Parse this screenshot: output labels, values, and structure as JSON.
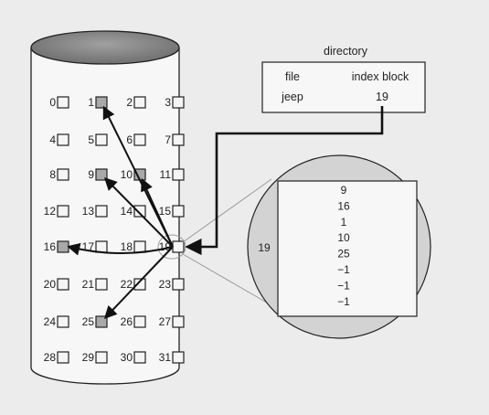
{
  "disk": {
    "blocks": [
      {
        "num": "0",
        "used": false
      },
      {
        "num": "1",
        "used": true
      },
      {
        "num": "2",
        "used": false
      },
      {
        "num": "3",
        "used": false
      },
      {
        "num": "4",
        "used": false
      },
      {
        "num": "5",
        "used": false
      },
      {
        "num": "6",
        "used": false
      },
      {
        "num": "7",
        "used": false
      },
      {
        "num": "8",
        "used": false
      },
      {
        "num": "9",
        "used": true
      },
      {
        "num": "10",
        "used": true
      },
      {
        "num": "11",
        "used": false
      },
      {
        "num": "12",
        "used": false
      },
      {
        "num": "13",
        "used": false
      },
      {
        "num": "14",
        "used": false
      },
      {
        "num": "15",
        "used": false
      },
      {
        "num": "16",
        "used": true
      },
      {
        "num": "17",
        "used": false
      },
      {
        "num": "18",
        "used": false
      },
      {
        "num": "19",
        "used": false
      },
      {
        "num": "20",
        "used": false
      },
      {
        "num": "21",
        "used": false
      },
      {
        "num": "22",
        "used": false
      },
      {
        "num": "23",
        "used": false
      },
      {
        "num": "24",
        "used": false
      },
      {
        "num": "25",
        "used": true
      },
      {
        "num": "26",
        "used": false
      },
      {
        "num": "27",
        "used": false
      },
      {
        "num": "28",
        "used": false
      },
      {
        "num": "29",
        "used": false
      },
      {
        "num": "30",
        "used": false
      },
      {
        "num": "31",
        "used": false
      }
    ],
    "index_block_num": "19",
    "pointer_targets": [
      "9",
      "16",
      "1",
      "10",
      "25"
    ]
  },
  "directory": {
    "title": "directory",
    "header_file": "file",
    "header_index": "index block",
    "file_name": "jeep",
    "index_value": "19"
  },
  "index_block": {
    "label": "19",
    "entries": [
      "9",
      "16",
      "1",
      "10",
      "25",
      "−1",
      "−1",
      "−1"
    ]
  },
  "colors": {
    "background": "#ececec",
    "cylinder_top": "#8a8a8a",
    "used_block": "#a9a9a9",
    "magnified_circle": "#d3d3d3"
  }
}
